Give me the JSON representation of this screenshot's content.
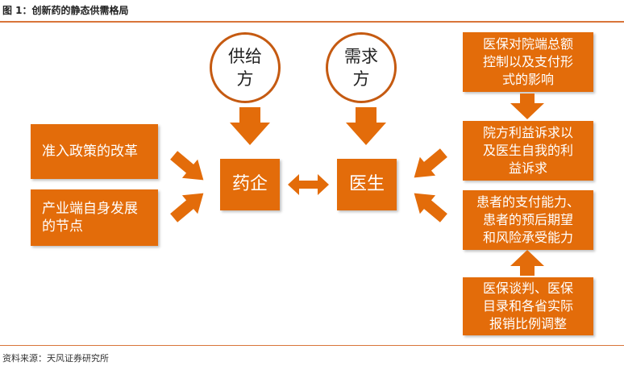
{
  "caption": "图 1：创新药的静态供需格局",
  "source": "资料来源：天风证券研究所",
  "circles": {
    "supply": "供给\n方",
    "demand": "需求\n方"
  },
  "center": {
    "pharma": "药企",
    "doctor": "医生"
  },
  "left_boxes": {
    "policy": "准入政策的改革",
    "industry": "产业端自身发展\n的节点"
  },
  "right_boxes": {
    "insurance_control": "医保对院端总额\n控制以及支付形\n式的影响",
    "hospital_interest": "院方利益诉求以\n及医生自我的利\n益诉求",
    "patient_ability": "患者的支付能力、\n患者的预后期望\n和风险承受能力",
    "insurance_negotiation": "医保谈判、医保\n目录和各省实际\n报销比例调整"
  },
  "colors": {
    "box": "#e36c0a",
    "arrow": "#e36c0a",
    "circle_border": "#c55a11"
  }
}
